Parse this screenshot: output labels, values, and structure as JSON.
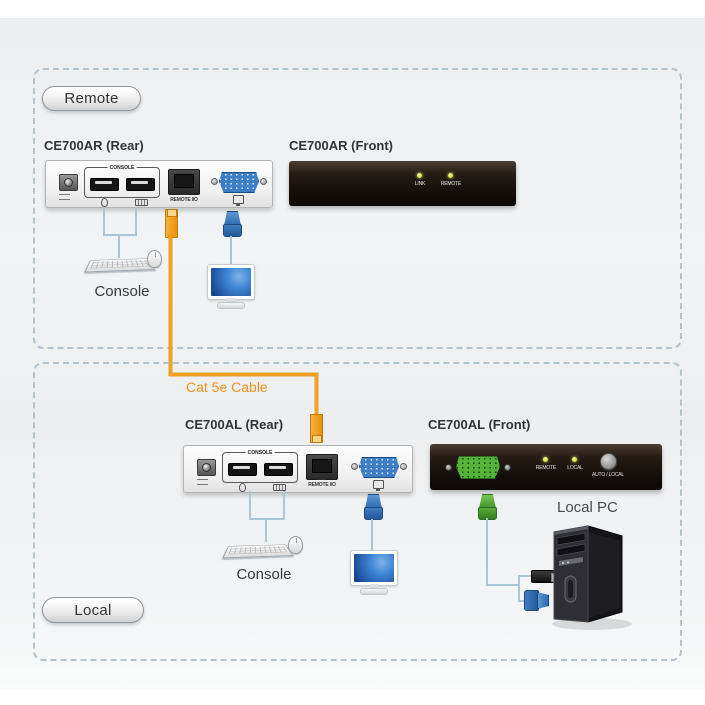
{
  "diagram_title": "CE700A KVM extender installation diagram",
  "colors": {
    "background": "#EDEFF0",
    "dashed_border": "#B2C3CD",
    "connection_line": "#A9C6D6",
    "cable_orange": "#F5A01E",
    "cable_label_orange": "#F0931D",
    "vga_blue": "#2E74B8",
    "kvm_green": "#58B33A",
    "device_dark": "#1E1712",
    "led_yellow": "#D8E84A"
  },
  "icons": {
    "power-jack-icon": "css-square-with-circle",
    "usb-port-icon": "css-dark-slot",
    "rj45-port-icon": "css-dark-square",
    "vga-port-icon": "css-blue-trapezoid-dots",
    "green-port-icon": "css-green-trapezoid-dots",
    "keyboard-icon": "css-perspective-rect",
    "mouse-icon": "css-oval",
    "monitor-icon": "css-blue-screen",
    "led-icon": "css-glow-dot",
    "rj45-plug-icon": "css-orange-plug",
    "vga-plug-icon": "css-blue-plug",
    "usb-plug-icon": "css-black-plug",
    "pc-tower-icon": "inline-svg-tower"
  },
  "sections": {
    "remote": {
      "tag": "Remote",
      "rear": {
        "title": "CE700AR (Rear)",
        "console_group_label": "CONSOLE",
        "rj45_label": "REMOTE I/O"
      },
      "front": {
        "title": "CE700AR (Front)",
        "leds": [
          "LINK",
          "REMOTE"
        ]
      },
      "console_label": "Console"
    },
    "cable": {
      "label": "Cat 5e Cable"
    },
    "local": {
      "tag": "Local",
      "rear": {
        "title": "CE700AL (Rear)",
        "console_group_label": "CONSOLE",
        "rj45_label": "REMOTE I/O"
      },
      "front": {
        "title": "CE700AL (Front)",
        "leds": [
          "REMOTE",
          "LOCAL"
        ],
        "button_label": "AUTO / LOCAL"
      },
      "console_label": "Console",
      "pc_label": "Local PC"
    }
  }
}
